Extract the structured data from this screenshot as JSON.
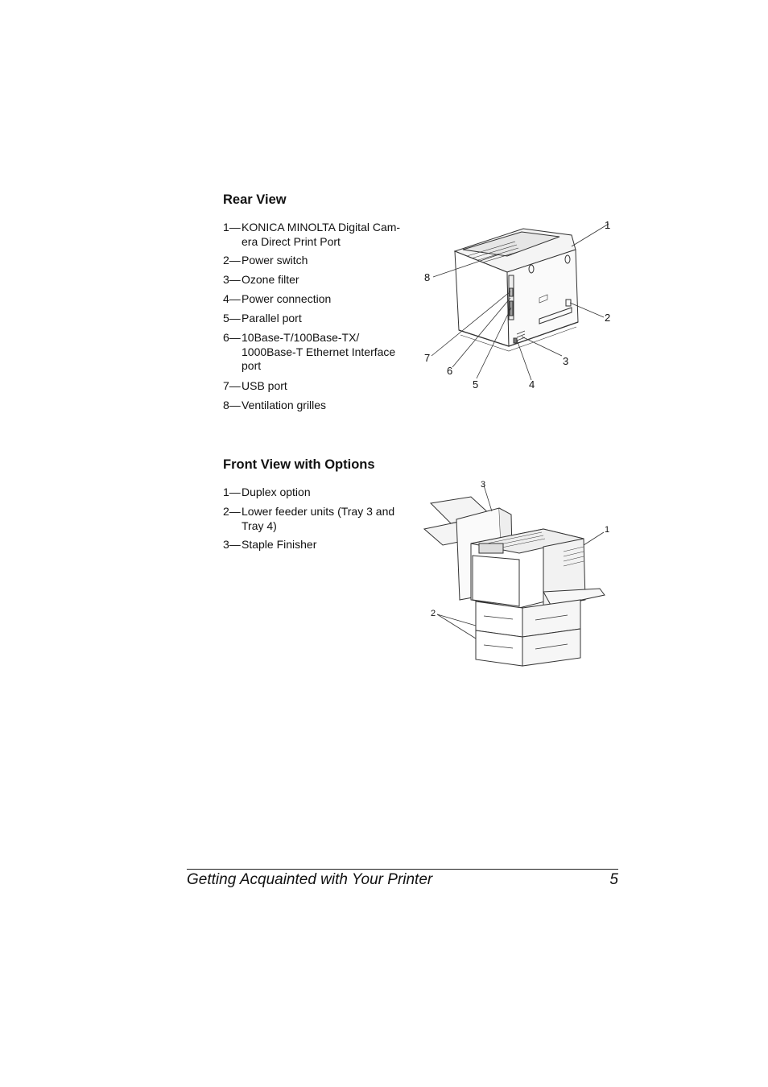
{
  "rear_view": {
    "heading": "Rear View",
    "items": [
      {
        "num": "1—",
        "text": "KONICA MINOLTA Digital Cam-era Direct Print Port"
      },
      {
        "num": "2—",
        "text": "Power switch"
      },
      {
        "num": "3—",
        "text": "Ozone filter"
      },
      {
        "num": "4—",
        "text": "Power connection"
      },
      {
        "num": "5—",
        "text": "Parallel port"
      },
      {
        "num": "6—",
        "text": "10Base-T/100Base-TX/ 1000Base-T Ethernet Interface port"
      },
      {
        "num": "7—",
        "text": "USB port"
      },
      {
        "num": "8—",
        "text": "Ventilation grilles"
      }
    ],
    "callouts": [
      "1",
      "2",
      "3",
      "4",
      "5",
      "6",
      "7",
      "8"
    ]
  },
  "front_view": {
    "heading": "Front View with Options",
    "items": [
      {
        "num": "1—",
        "text": "Duplex option"
      },
      {
        "num": "2—",
        "text": "Lower feeder units (Tray 3 and Tray 4)"
      },
      {
        "num": "3—",
        "text": "Staple Finisher"
      }
    ],
    "callouts": [
      "1",
      "2",
      "3"
    ]
  },
  "footer": {
    "title": "Getting Acquainted with Your Printer",
    "page_number": "5"
  }
}
